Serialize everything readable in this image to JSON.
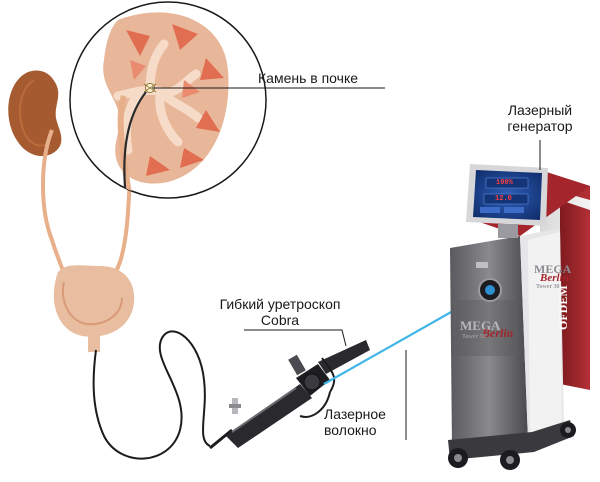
{
  "labels": {
    "kidney_stone": "Камень в почке",
    "laser_generator_line1": "Лазерный",
    "laser_generator_line2": "генератор",
    "ureteroscope_line1": "Гибкий уретроскоп",
    "ureteroscope_line2": "Cobra",
    "laser_fiber_line1": "Лазерное",
    "laser_fiber_line2": "волокно"
  },
  "device": {
    "brand_top": "MEGA",
    "brand_script": "Berlin",
    "brand_sub": "Tower 30",
    "side_brand": "OFDEM",
    "screen_line1": "100%",
    "screen_line2": "12.0"
  },
  "colors": {
    "kidney_fill": "#e8b79a",
    "kidney_dark": "#a55a2e",
    "kidney_pyramid": "#e26e52",
    "bladder_fill": "#e9bd9f",
    "laser_beam": "#3fb5e8",
    "device_red": "#a4262c",
    "device_gray": "#6e6e72",
    "device_dark": "#2c2c30"
  }
}
